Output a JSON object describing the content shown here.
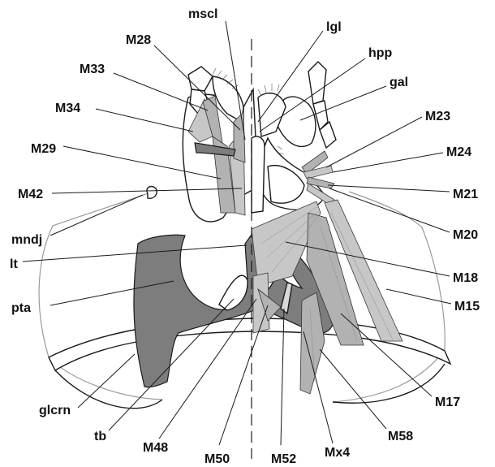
{
  "colors": {
    "sclerite_dark": "#7d7d7d",
    "muscle_light": "#c7c7c7",
    "muscle_mid": "#b2b2b2",
    "outline": "#1a1a1a"
  },
  "labels": {
    "mscl": "mscl",
    "lgl": "lgl",
    "M28": "M28",
    "hpp": "hpp",
    "M33": "M33",
    "gal": "gal",
    "M34": "M34",
    "M23": "M23",
    "M29": "M29",
    "M24": "M24",
    "M42": "M42",
    "M21": "M21",
    "mndj": "mndj",
    "M20": "M20",
    "lt": "lt",
    "M18": "M18",
    "pta": "pta",
    "M15": "M15",
    "M17": "M17",
    "glcrn": "glcrn",
    "tb": "tb",
    "M58": "M58",
    "M48": "M48",
    "M50": "M50",
    "M52": "M52",
    "Mx4": "Mx4"
  }
}
